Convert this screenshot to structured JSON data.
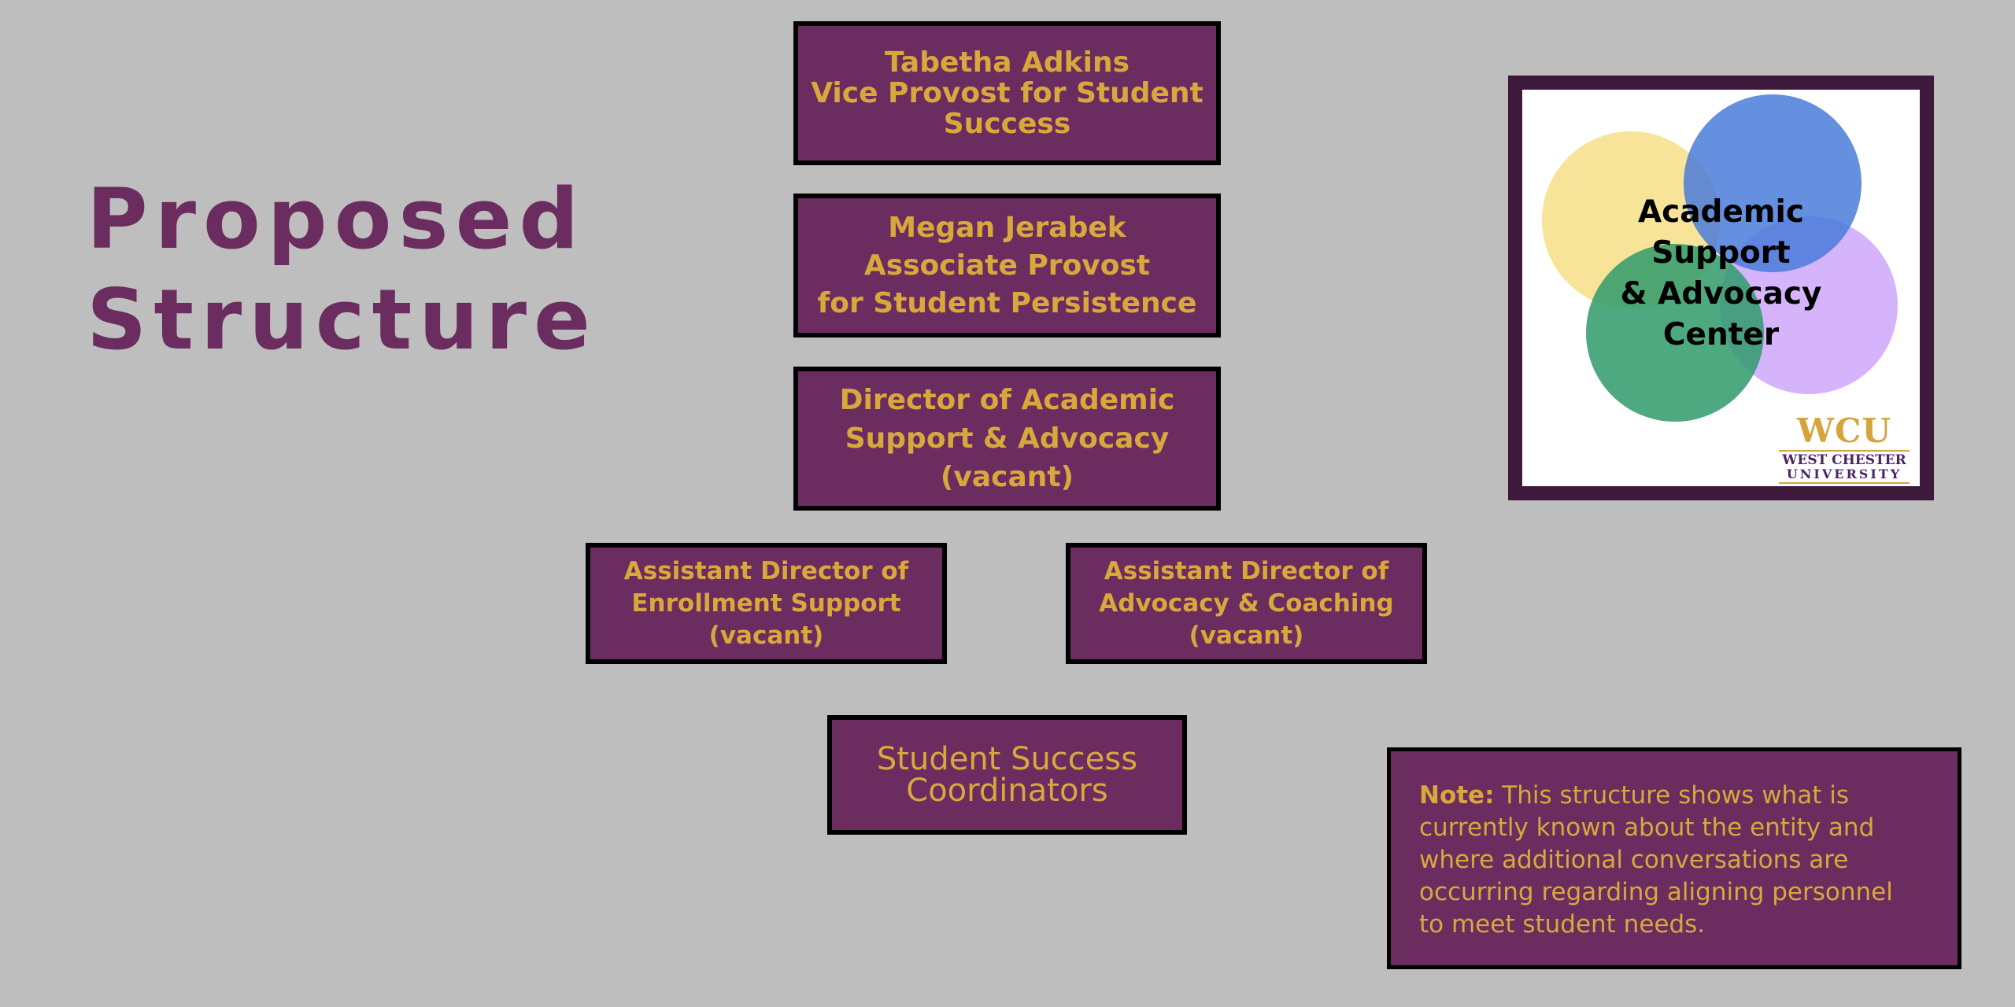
{
  "title": {
    "line1": "Proposed",
    "line2": "Structure"
  },
  "org_chart": {
    "vice_provost": {
      "lines": [
        "Tabetha Adkins",
        "Vice Provost for Student",
        "Success"
      ]
    },
    "associate_provost": {
      "lines": [
        "Megan Jerabek",
        "Associate Provost",
        "for Student Persistence"
      ]
    },
    "director": {
      "lines": [
        "Director of Academic",
        "Support & Advocacy",
        "(vacant)"
      ]
    },
    "assistant_director_enrollment": {
      "lines": [
        "Assistant Director of",
        "Enrollment Support",
        "(vacant)"
      ]
    },
    "assistant_director_advocacy": {
      "lines": [
        "Assistant Director of",
        "Advocacy & Coaching",
        "(vacant)"
      ]
    },
    "coordinators": {
      "lines": [
        "Student Success",
        "Coordinators"
      ]
    }
  },
  "note": {
    "label": "Note:",
    "lines": [
      "This structure shows what is",
      "currently known about the entity and",
      "where additional conversations are",
      "occurring regarding aligning personnel",
      "to meet student needs."
    ]
  },
  "logo": {
    "center_lines": [
      "Academic",
      "Support",
      "& Advocacy",
      "Center"
    ],
    "wcu_abbr": "WCU",
    "wcu_name": "WEST CHESTER",
    "wcu_sub": "UNIVERSITY",
    "colors": {
      "yellow": "#f7df86",
      "blue": "#4a7bd9",
      "purple": "#c89bfb",
      "green": "#2f9a6b"
    }
  },
  "colors": {
    "background": "#bebebe",
    "box_fill": "#6b2d5f",
    "box_text": "#d9a83c",
    "title_text": "#6b2d5f",
    "logo_frame": "#3d1a3b"
  }
}
